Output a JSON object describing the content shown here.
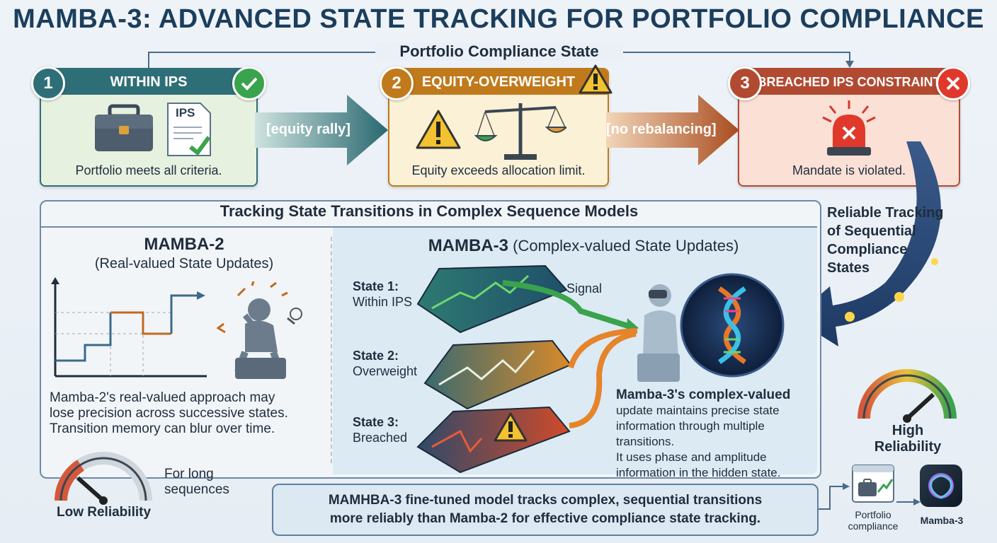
{
  "title": "MAMBA-3: ADVANCED STATE TRACKING FOR PORTFOLIO COMPLIANCE",
  "flow_label": "Portfolio Compliance State",
  "states": [
    {
      "number": "1",
      "header": "WITHIN IPS",
      "icon_text": "IPS",
      "description": "Portfolio meets all criteria."
    },
    {
      "number": "2",
      "header": "EQUITY-OVERWEIGHT",
      "description": "Equity exceeds allocation limit."
    },
    {
      "number": "3",
      "header": "BREACHED IPS CONSTRAINT",
      "description": "Mandate is violated."
    }
  ],
  "transitions": [
    "[equity rally]",
    "[no rebalancing]"
  ],
  "reliable_note": "Reliable Tracking of Sequential Compliance States",
  "panel_title": "Tracking State Transitions in Complex Sequence Models",
  "mamba2": {
    "title": "MAMBA-2",
    "subtitle": "(Real-valued State Updates)",
    "description_lines": [
      "Mamba-2's real-valued approach may",
      "lose precision across successive states.",
      "Transition memory can blur over time."
    ],
    "gauge_label": "Low Reliability",
    "gauge_note": "For long sequences"
  },
  "mamba3": {
    "title": "MAMBA-3",
    "subtitle": "(Complex-valued State Updates)",
    "signal_label": "Signal",
    "layers": [
      {
        "name": "State 1:",
        "detail": "Within IPS"
      },
      {
        "name": "State 2:",
        "detail": "Overweight"
      },
      {
        "name": "State 3:",
        "detail": "Breached"
      }
    ],
    "description_bold": "Mamba-3's complex-valued",
    "description_lines": [
      "update maintains precise state",
      "information through multiple transitions.",
      "It uses phase and amplitude",
      "information in the hidden state."
    ],
    "gauge_label": "High Reliability"
  },
  "conclusion_lines": [
    "MAMHBA-3 fine-tuned model tracks complex, sequential transitions",
    "more reliably than Mamba-2 for effective compliance state tracking."
  ],
  "footer": {
    "portfolio_label": "Portfolio compliance",
    "model_label": "Mamba-3"
  },
  "colors": {
    "state1": "#2e6f77",
    "state2": "#c07a1c",
    "state3": "#b24a32",
    "title": "#1c3e5c",
    "panel_border": "#6b8aa8"
  }
}
